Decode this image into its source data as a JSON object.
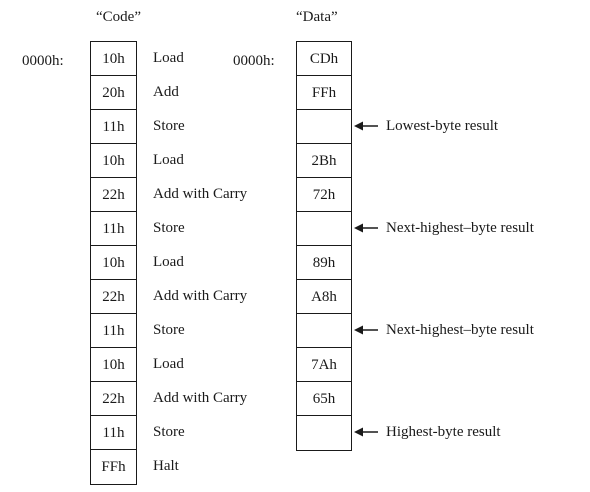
{
  "headers": {
    "code": "“Code”",
    "data": "“Data”"
  },
  "code_start_address": "0000h:",
  "data_start_address": "0000h:",
  "code": [
    {
      "byte": "10h",
      "mnemonic": "Load"
    },
    {
      "byte": "20h",
      "mnemonic": "Add"
    },
    {
      "byte": "11h",
      "mnemonic": "Store"
    },
    {
      "byte": "10h",
      "mnemonic": "Load"
    },
    {
      "byte": "22h",
      "mnemonic": "Add with Carry"
    },
    {
      "byte": "11h",
      "mnemonic": "Store"
    },
    {
      "byte": "10h",
      "mnemonic": "Load"
    },
    {
      "byte": "22h",
      "mnemonic": "Add with Carry"
    },
    {
      "byte": "11h",
      "mnemonic": "Store"
    },
    {
      "byte": "10h",
      "mnemonic": "Load"
    },
    {
      "byte": "22h",
      "mnemonic": "Add with Carry"
    },
    {
      "byte": "11h",
      "mnemonic": "Store"
    },
    {
      "byte": "FFh",
      "mnemonic": "Halt"
    }
  ],
  "data": [
    {
      "byte": "CDh",
      "note": ""
    },
    {
      "byte": "FFh",
      "note": ""
    },
    {
      "byte": "",
      "note": "Lowest-byte result"
    },
    {
      "byte": "2Bh",
      "note": ""
    },
    {
      "byte": "72h",
      "note": ""
    },
    {
      "byte": "",
      "note": "Next-highest–byte result"
    },
    {
      "byte": "89h",
      "note": ""
    },
    {
      "byte": "A8h",
      "note": ""
    },
    {
      "byte": "",
      "note": "Next-highest–byte result"
    },
    {
      "byte": "7Ah",
      "note": ""
    },
    {
      "byte": "65h",
      "note": ""
    },
    {
      "byte": "",
      "note": "Highest-byte result"
    }
  ]
}
